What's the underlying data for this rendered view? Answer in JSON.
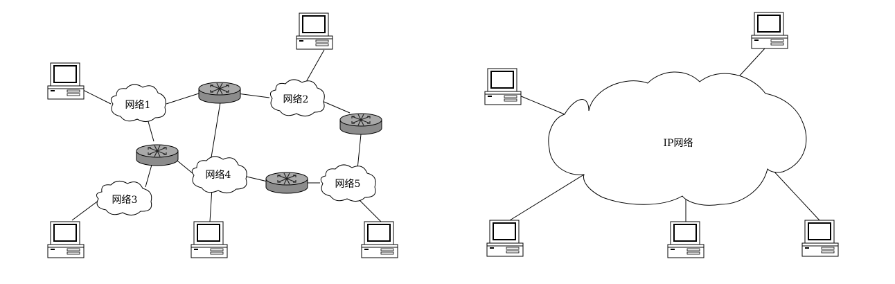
{
  "left_diagram": {
    "networks": [
      {
        "id": "n1",
        "label": "网络1"
      },
      {
        "id": "n2",
        "label": "网络2"
      },
      {
        "id": "n3",
        "label": "网络3"
      },
      {
        "id": "n4",
        "label": "网络4"
      },
      {
        "id": "n5",
        "label": "网络5"
      }
    ],
    "router_count": 4,
    "computer_count": 5
  },
  "right_diagram": {
    "cloud_label": "IP网络",
    "computer_count": 5
  }
}
